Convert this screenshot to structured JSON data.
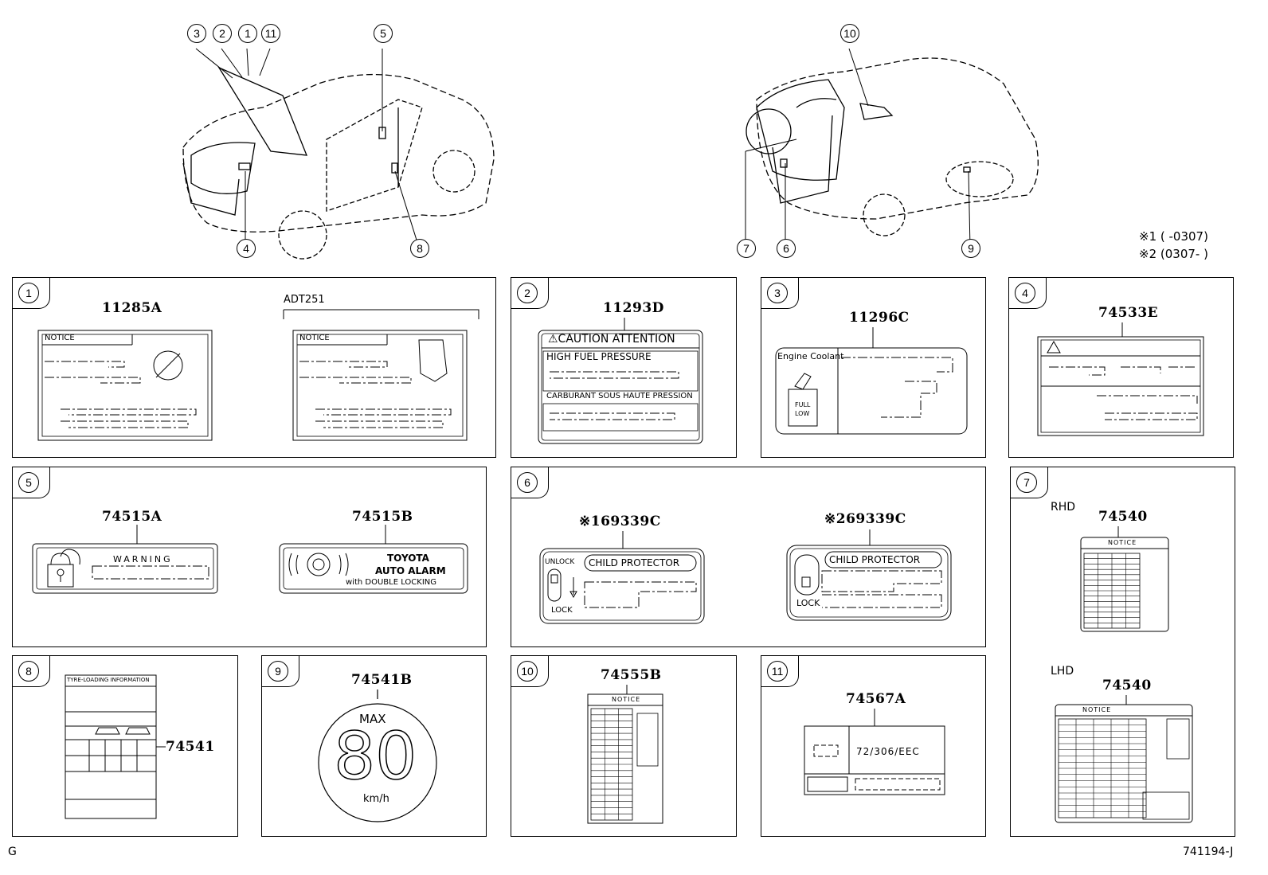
{
  "overview": {
    "front_view_callouts": [
      "3",
      "2",
      "1",
      "11",
      "5",
      "4",
      "8"
    ],
    "rear_view_callouts": [
      "10",
      "7",
      "6",
      "9"
    ],
    "notes": [
      "※1 (      -0307)",
      "※2 (0307-      )"
    ]
  },
  "panels": {
    "p1": {
      "index": "1",
      "part_numbers": [
        "11285A"
      ],
      "variant_label": "ADT251",
      "label_heading": "NOTICE"
    },
    "p2": {
      "index": "2",
      "part_number": "11293D",
      "header": "⚠CAUTION ATTENTION",
      "line1": "HIGH   FUEL PRESSURE",
      "line2": "CARBURANT SOUS HAUTE PRESSION"
    },
    "p3": {
      "index": "3",
      "part_number": "11296C",
      "label_title": "Engine Coolant",
      "full": "FULL",
      "low": "LOW"
    },
    "p4": {
      "index": "4",
      "part_number": "74533E"
    },
    "p5": {
      "index": "5",
      "part_a": "74515A",
      "part_b": "74515B",
      "warning": "WARNING",
      "alarm_line1": "TOYOTA",
      "alarm_line2": "AUTO ALARM",
      "alarm_line3": "with DOUBLE LOCKING"
    },
    "p6": {
      "index": "6",
      "part_a": "※169339C",
      "part_b": "※269339C",
      "child_protector": "CHILD PROTECTOR",
      "unlock": "UNLOCK",
      "lock": "LOCK"
    },
    "p7": {
      "index": "7",
      "rhd": "RHD",
      "lhd": "LHD",
      "part_rhd": "74540",
      "part_lhd": "74540",
      "notice": "NOTICE"
    },
    "p8": {
      "index": "8",
      "part_number": "74541",
      "label_title": "TYRE-LOADING INFORMATION"
    },
    "p9": {
      "index": "9",
      "part_number": "74541B",
      "max": "MAX",
      "speed": "80",
      "unit": "km/h"
    },
    "p10": {
      "index": "10",
      "part_number": "74555B",
      "notice": "NOTICE"
    },
    "p11": {
      "index": "11",
      "part_number": "74567A",
      "regulation": "72/306/EEC"
    }
  },
  "footer": {
    "left": "G",
    "right": "741194-J"
  }
}
